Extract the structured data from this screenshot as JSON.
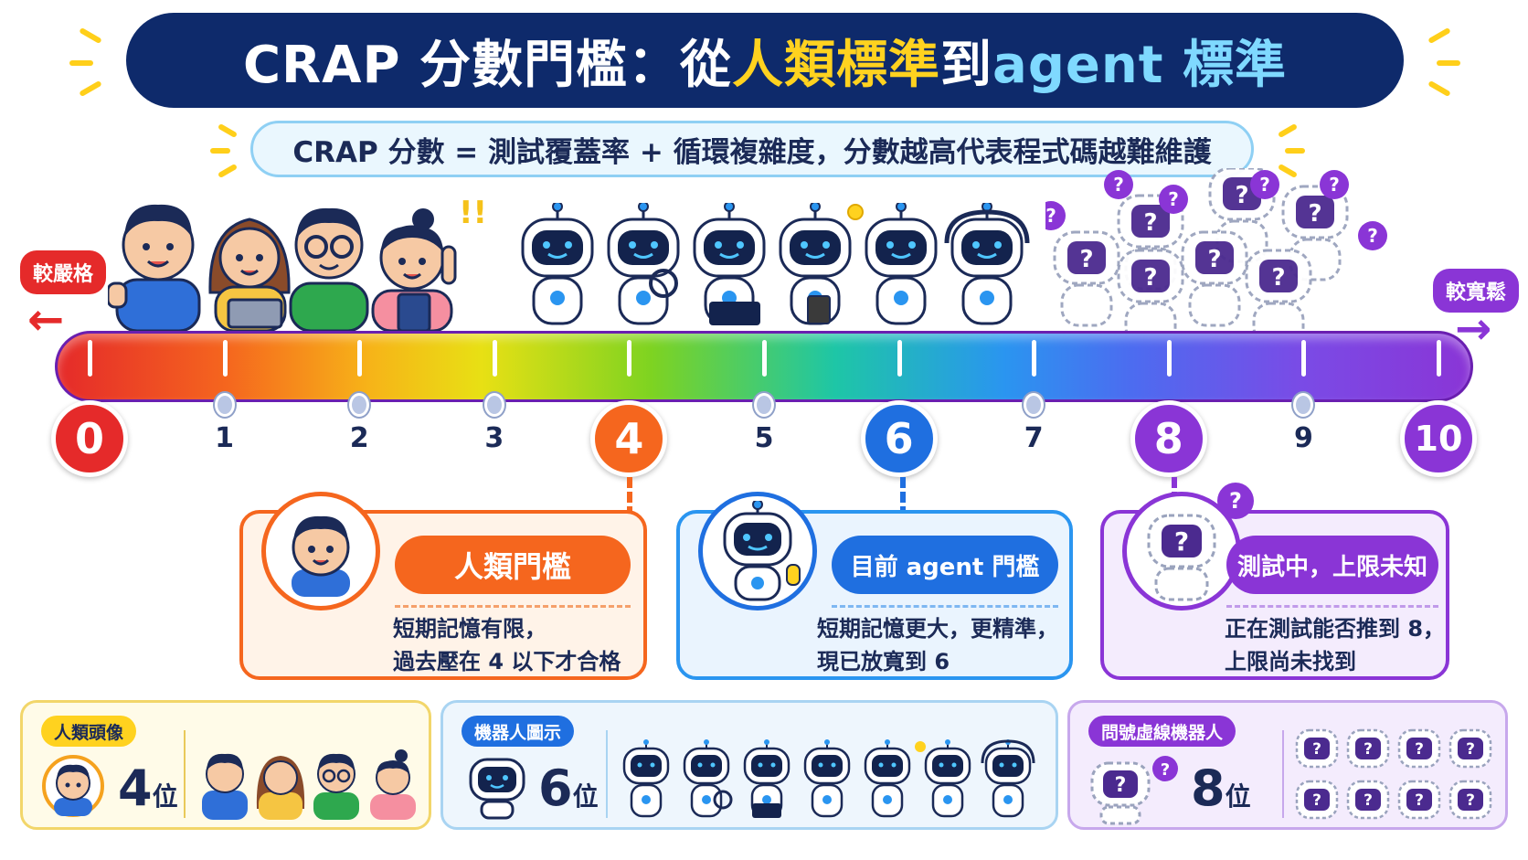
{
  "title": {
    "part1": "CRAP 分數門檻：從",
    "part2": "人類標準",
    "part3": "到",
    "part4": "agent 標準"
  },
  "subtitle": "CRAP 分數 = 測試覆蓋率 + 循環複雜度，分數越高代表程式碼越難維護",
  "scale": {
    "left_label": "較嚴格",
    "right_label": "較寬鬆",
    "ticks": [
      "0",
      "1",
      "2",
      "3",
      "4",
      "5",
      "6",
      "7",
      "8",
      "9",
      "10"
    ],
    "highlights": {
      "0": "#e52a2a",
      "4": "#f5661e",
      "6": "#1f6fe0",
      "8": "#8a35d6",
      "10": "#8a35d6"
    }
  },
  "colors": {
    "human": "#f5661e",
    "agent": "#1f6fe0",
    "testing": "#8a35d6",
    "navy": "#0e2a6b"
  },
  "cards": {
    "human": {
      "pill": "人類門檻",
      "line1": "短期記憶有限，",
      "line2": "過去壓在 4 以下才合格",
      "icon": "boy-avatar-icon"
    },
    "agent": {
      "pill": "目前 agent 門檻",
      "line1": "短期記憶更大，更精準，",
      "line2": "現已放寬到 6",
      "icon": "robot-thumbs-up-icon"
    },
    "testing": {
      "pill": "測試中，上限未知",
      "line1": "正在測試能否推到 8，",
      "line2": "上限尚未找到",
      "icon": "dashed-question-robot-icon"
    }
  },
  "legend": {
    "human": {
      "tag": "人類頭像",
      "count": "4",
      "unit": "位"
    },
    "robot": {
      "tag": "機器人圖示",
      "count": "6",
      "unit": "位"
    },
    "dashed": {
      "tag": "問號虛線機器人",
      "count": "8",
      "unit": "位"
    }
  }
}
